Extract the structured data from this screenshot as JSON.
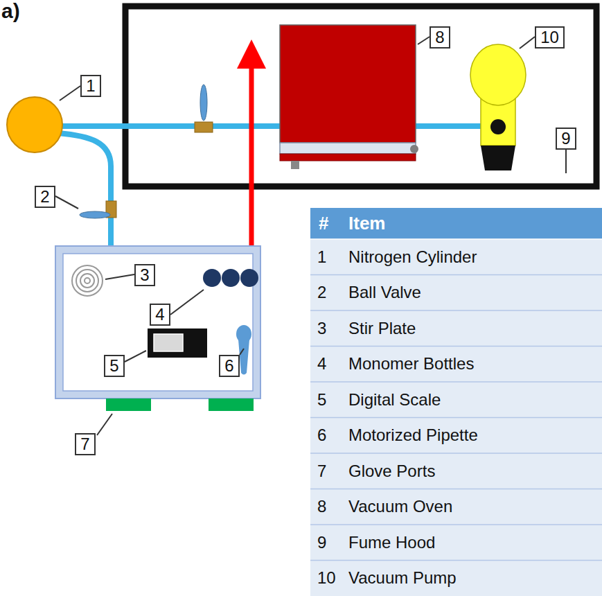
{
  "diagram": {
    "nodes": [
      {
        "text": [
          "8"
        ]
      },
      {
        "text": [
          "10"
        ]
      },
      {
        "text": [
          "1"
        ]
      },
      {
        "text": [
          "9"
        ]
      },
      {
        "text": [
          "2"
        ]
      },
      {
        "text": [
          "3"
        ]
      },
      {
        "text": [
          "4"
        ]
      },
      {
        "text": [
          "5"
        ]
      },
      {
        "text": [
          "6"
        ]
      },
      {
        "text": [
          "7"
        ]
      }
    ],
    "labels": [
      "a)",
      "#",
      "Item",
      "1",
      "Nitrogen Cylinder",
      "2",
      "Ball Valve",
      "3",
      "Stir Plate",
      "4",
      "Monomer Bottles",
      "5",
      "Digital Scale",
      "6",
      "Motorized Pipette",
      "7",
      "Glove Ports",
      "8",
      "Vacuum Oven",
      "9",
      "Fume Hood",
      "10",
      "Vacuum Pump"
    ]
  }
}
